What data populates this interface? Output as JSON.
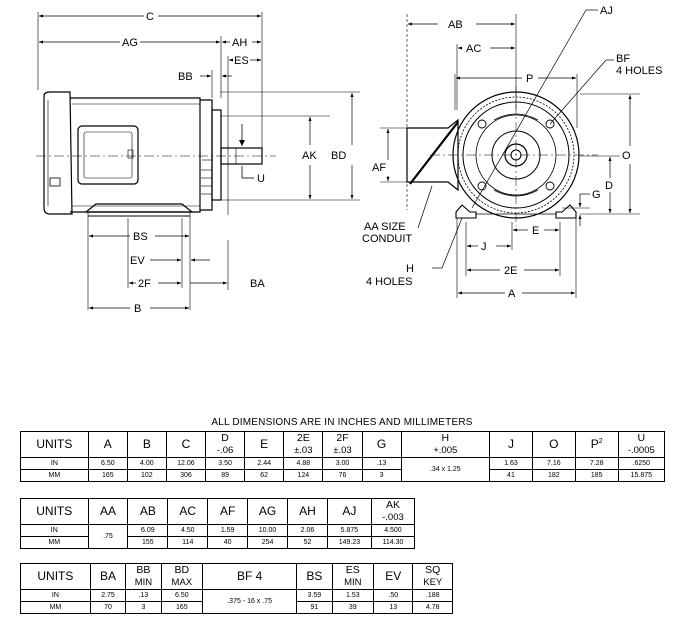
{
  "labels": {
    "side": {
      "C": "C",
      "AG": "AG",
      "AH": "AH",
      "ES": "ES",
      "BB": "BB",
      "AK": "AK",
      "BD": "BD",
      "U": "U",
      "BS": "BS",
      "EV": "EV",
      "2F": "2F",
      "BA": "BA",
      "B": "B"
    },
    "front": {
      "AB": "AB",
      "AC": "AC",
      "AJ": "AJ",
      "BF": "BF",
      "BF_holes": "4 HOLES",
      "P": "P",
      "O": "O",
      "AF": "AF",
      "D": "D",
      "G": "G",
      "AA1": "AA SIZE",
      "AA2": "CONDUIT",
      "J": "J",
      "E": "E",
      "H": "H",
      "H_holes": "4 HOLES",
      "2E": "2E",
      "A": "A"
    }
  },
  "caption": "ALL DIMENSIONS ARE IN INCHES AND MILLIMETERS",
  "table1": {
    "headers": [
      {
        "main": "UNITS"
      },
      {
        "main": "A"
      },
      {
        "main": "B"
      },
      {
        "main": "C"
      },
      {
        "main": "D",
        "sub": "-.06"
      },
      {
        "main": "E"
      },
      {
        "main": "2E",
        "sub": "±.03"
      },
      {
        "main": "2F",
        "sub": "±.03"
      },
      {
        "main": "G"
      },
      {
        "main": "H",
        "sub": "+.005"
      },
      {
        "main": "J"
      },
      {
        "main": "O"
      },
      {
        "main": "P",
        "sup": "2"
      },
      {
        "main": "U",
        "sub": "-.0005"
      }
    ],
    "rows": [
      {
        "unit": "IN",
        "A": "6.50",
        "B": "4.00",
        "C": "12.06",
        "D": "3.50",
        "E": "2.44",
        "2E": "4.88",
        "2F": "3.00",
        "G": ".13",
        "J": "1.63",
        "O": "7.16",
        "P": "7.28",
        "U": ".6250"
      },
      {
        "unit": "MM",
        "A": "165",
        "B": "102",
        "C": "306",
        "D": "89",
        "E": "62",
        "2E": "124",
        "2F": "76",
        "G": "3",
        "J": "41",
        "O": "182",
        "P": "185",
        "U": "15.875"
      }
    ],
    "H_merged": ".34 x 1.25"
  },
  "table2": {
    "headers": [
      {
        "main": "UNITS"
      },
      {
        "main": "AA"
      },
      {
        "main": "AB"
      },
      {
        "main": "AC"
      },
      {
        "main": "AF"
      },
      {
        "main": "AG"
      },
      {
        "main": "AH"
      },
      {
        "main": "AJ"
      },
      {
        "main": "AK",
        "sub": "-.003"
      }
    ],
    "rows": [
      {
        "unit": "IN",
        "AB": "6.09",
        "AC": "4.50",
        "AF": "1.59",
        "AG": "10.00",
        "AH": "2.06",
        "AJ": "5.875",
        "AK": "4.500"
      },
      {
        "unit": "MM",
        "AB": "155",
        "AC": "114",
        "AF": "40",
        "AG": "254",
        "AH": "52",
        "AJ": "149.23",
        "AK": "114.30"
      }
    ],
    "AA_merged": ".75"
  },
  "table3": {
    "headers": [
      {
        "main": "UNITS"
      },
      {
        "main": "BA"
      },
      {
        "main": "BB",
        "sub": "MIN"
      },
      {
        "main": "BD",
        "sub": "MAX"
      },
      {
        "main": "BF 4"
      },
      {
        "main": "BS"
      },
      {
        "main": "ES",
        "sub": "MIN"
      },
      {
        "main": "EV"
      },
      {
        "main": "SQ",
        "sub": "KEY"
      }
    ],
    "rows": [
      {
        "unit": "IN",
        "BA": "2.75",
        "BB": ".13",
        "BD": "6.50",
        "BS": "3.59",
        "ES": "1.53",
        "EV": ".50",
        "SQ": ".188"
      },
      {
        "unit": "MM",
        "BA": "70",
        "BB": "3",
        "BD": "165",
        "BS": "91",
        "ES": "39",
        "EV": "13",
        "SQ": "4.78"
      }
    ],
    "BF_merged": ".375 - 16 x .75"
  }
}
